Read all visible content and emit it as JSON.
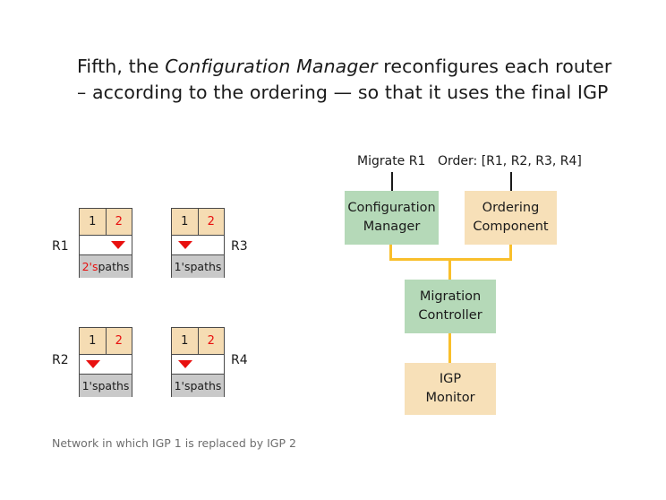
{
  "slide": {
    "title_line1_pre": "Fifth, the ",
    "title_line1_em": "Configuration Manager",
    "title_line1_post": " reconfigures each router",
    "title_line2": "– according to the ordering — so that it uses the final IGP",
    "caption": "Network in which IGP 1 is replaced by IGP 2"
  },
  "network": {
    "routers": [
      {
        "id": "R1",
        "label": "R1",
        "label_side": "left",
        "columns": [
          "1",
          "2"
        ],
        "active_column": "2",
        "pointer_side": "right",
        "paths_prefix": "2's",
        "paths_suffix": " paths",
        "paths_prefix_color": "#e8100f"
      },
      {
        "id": "R3",
        "label": "R3",
        "label_side": "right",
        "columns": [
          "1",
          "2"
        ],
        "active_column": "1",
        "pointer_side": "left",
        "paths_prefix": "1's",
        "paths_suffix": " paths",
        "paths_prefix_color": "#1a1a1a"
      },
      {
        "id": "R2",
        "label": "R2",
        "label_side": "left",
        "columns": [
          "1",
          "2"
        ],
        "active_column": "1",
        "pointer_side": "left",
        "paths_prefix": "1's",
        "paths_suffix": " paths",
        "paths_prefix_color": "#1a1a1a"
      },
      {
        "id": "R4",
        "label": "R4",
        "label_side": "right",
        "columns": [
          "1",
          "2"
        ],
        "active_column": "1",
        "pointer_side": "left",
        "paths_prefix": "1's",
        "paths_suffix": " paths",
        "paths_prefix_color": "#1a1a1a"
      }
    ]
  },
  "flow": {
    "annotations": [
      {
        "text": "Migrate R1"
      },
      {
        "text": "Order: [R1, R2, R3, R4]"
      }
    ],
    "boxes": [
      {
        "line1": "Configuration",
        "line2": "Manager",
        "color": "#b5d9b8"
      },
      {
        "line1": "Ordering",
        "line2": "Component",
        "color": "#f7e0b8"
      },
      {
        "line1": "Migration",
        "line2": "Controller",
        "color": "#b5d9b8"
      },
      {
        "line1": "IGP",
        "line2": "Monitor",
        "color": "#f7e0b8"
      }
    ],
    "connector_color": "#f9bf2b",
    "annotation_line_color": "#1a1a1a"
  }
}
